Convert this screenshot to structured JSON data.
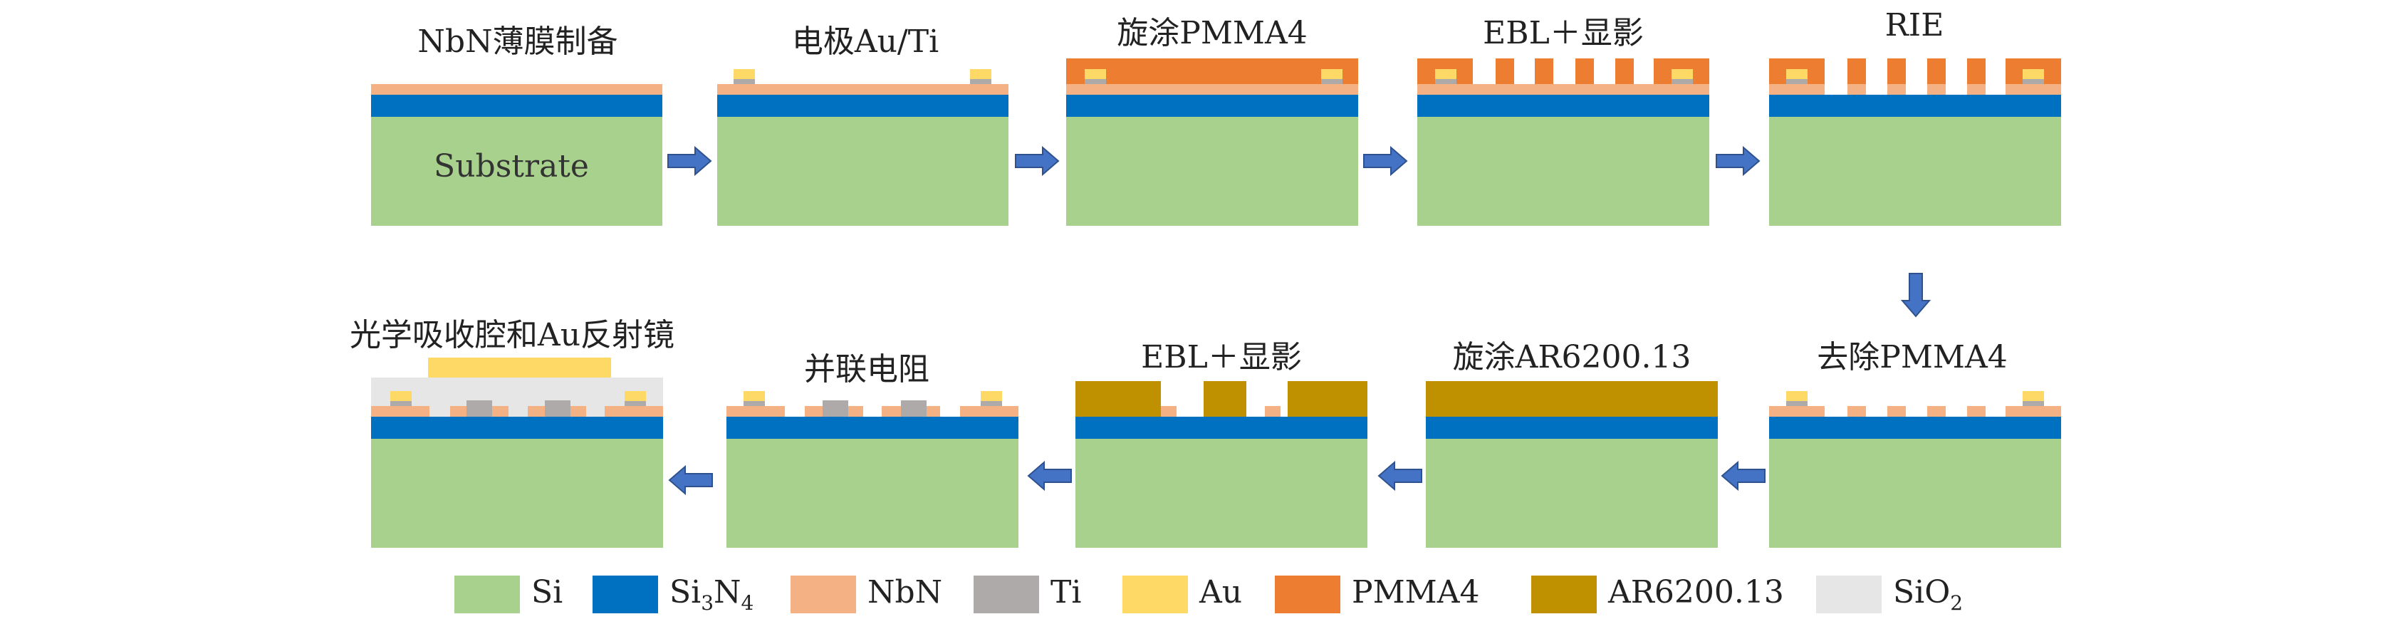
{
  "steps": [
    {
      "title": "NbN薄膜制备",
      "substrate_label": "Substrate"
    },
    {
      "title": "电极Au/Ti"
    },
    {
      "title": "旋涂PMMA4"
    },
    {
      "title": "EBL＋显影"
    },
    {
      "title": "RIE"
    },
    {
      "title": "去除PMMA4"
    },
    {
      "title": "旋涂AR6200.13"
    },
    {
      "title": "EBL＋显影"
    },
    {
      "title": "并联电阻"
    },
    {
      "title": "光学吸收腔和Au反射镜"
    }
  ],
  "legend": [
    {
      "label": "Si",
      "color": "#a9d18e"
    },
    {
      "label_main": "Si",
      "label_sub": "3",
      "label_main2": "N",
      "label_sub2": "4",
      "color": "#0070c0"
    },
    {
      "label": "NbN",
      "color": "#f4b183"
    },
    {
      "label": "Ti",
      "color": "#aeaaaa"
    },
    {
      "label": "Au",
      "color": "#ffd966"
    },
    {
      "label": "PMMA4",
      "color": "#ed7d31"
    },
    {
      "label": "AR6200.13",
      "color": "#bf9000"
    },
    {
      "label_main": "SiO",
      "label_sub": "2",
      "color": "#e7e6e6"
    }
  ],
  "colors": {
    "si": "#a9d18e",
    "si3n4": "#0070c0",
    "nbn": "#f4b183",
    "ti": "#aeaaaa",
    "au": "#ffd966",
    "pmma": "#ed7d31",
    "ar": "#bf9000",
    "sio2": "#e7e6e6",
    "arrow": "#4472c4",
    "arrow_edge": "#2f528f"
  }
}
